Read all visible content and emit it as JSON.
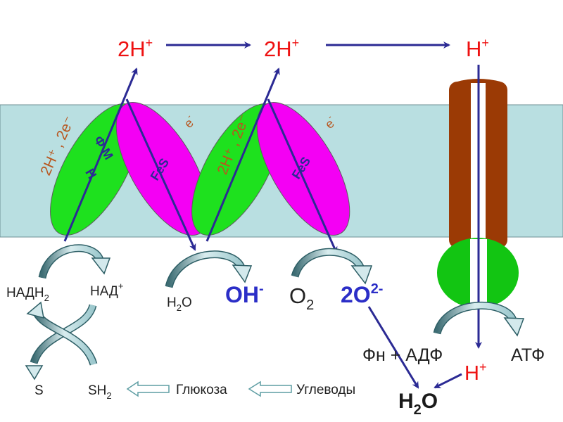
{
  "top_labels": {
    "h2_left": "2H",
    "h2_mid": "2H",
    "h_right": "H",
    "plus": "+"
  },
  "membrane_labels": {
    "fmn_part1": "Ф М",
    "fmn_part2": "Н",
    "fes_1": "FeS",
    "fes_2": "FeS",
    "h_e_1": "2H⁺ , 2e⁻",
    "h_e_2": "2H⁺ , 2e⁻",
    "electron_1": "e",
    "electron_2": "e",
    "minus": "-"
  },
  "bottom_labels": {
    "nadh2_base": "НАДН",
    "nadh2_sub": "2",
    "nad_base": "НАД",
    "nad_sup": "+",
    "h2o_small_base": "H",
    "h2o_small_sub": "2",
    "h2o_small_end": "O",
    "oh_base": "OH",
    "oh_sup": "-",
    "o2_base": "O",
    "o2_sub": "2",
    "two_o_base": "2O",
    "two_o_sup": "2-",
    "s_label": "S",
    "sh2_base": "SH",
    "sh2_sub": "2",
    "glucose": "Глюкоза",
    "carbs": "Углеводы",
    "fn_adf": "Фн + АДФ",
    "atf": "АТФ",
    "h_bottom": "H",
    "h_bottom_sup": "+",
    "h2o_big_base": "H",
    "h2o_big_sub": "2",
    "h2o_big_end": "O"
  },
  "colors": {
    "membrane": "#b9dfe1",
    "flavoprotein": "#1ee11e",
    "fes_protein": "#f400f4",
    "atp_synthase_channel": "#9b3a05",
    "atp_synthase_head": "#12c512",
    "proton_red": "#ee1111",
    "arrow_navy": "#2b2a94",
    "orange_text": "#b8561f",
    "product_blue": "#2b2ec7"
  }
}
